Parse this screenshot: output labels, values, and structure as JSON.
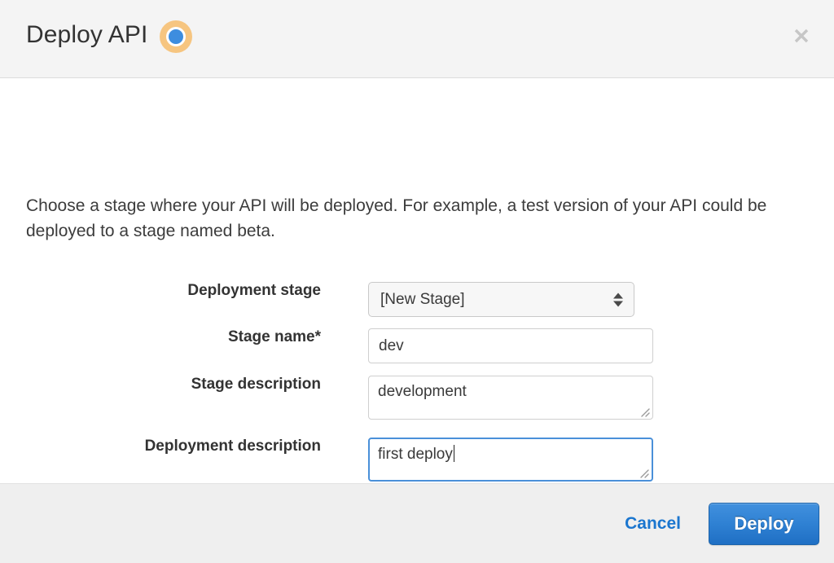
{
  "dialog": {
    "title": "Deploy API",
    "close_label": "×",
    "cursor_marker": {
      "ring_color": "#F6C580",
      "dot_color": "#3D8DDF"
    },
    "intro_text": "Choose a stage where your API will be deployed. For example, a test version of your API could be deployed to a stage named beta."
  },
  "form": {
    "deployment_stage": {
      "label": "Deployment stage",
      "value": "[New Stage]",
      "options": [
        "[New Stage]"
      ]
    },
    "stage_name": {
      "label": "Stage name*",
      "value": "dev",
      "placeholder": ""
    },
    "stage_description": {
      "label": "Stage description",
      "value": "development",
      "placeholder": ""
    },
    "deployment_description": {
      "label": "Deployment description",
      "value": "first deploy",
      "placeholder": "",
      "focused": true
    }
  },
  "footer": {
    "cancel_label": "Cancel",
    "deploy_label": "Deploy"
  },
  "colors": {
    "primary_blue": "#1F6FC4",
    "link_blue": "#1B76CF",
    "focus_blue": "#4A90D9",
    "header_bg": "#F4F4F4",
    "footer_bg": "#EFEFEF",
    "text_dark": "#333333"
  }
}
